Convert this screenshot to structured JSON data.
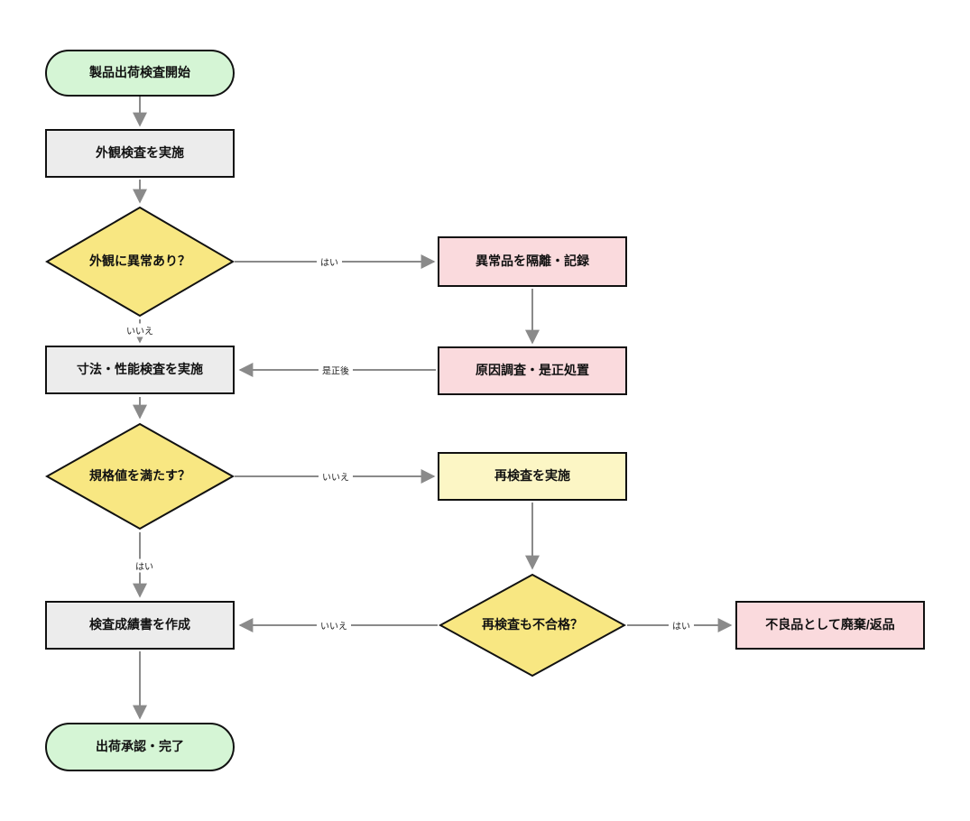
{
  "diagram": {
    "type": "flowchart",
    "language": "ja",
    "nodes": {
      "start": {
        "label": "製品出荷検査開始",
        "shape": "terminator",
        "fill": "#d5f5d5"
      },
      "visual_inspection": {
        "label": "外観検査を実施",
        "shape": "process",
        "fill": "#ececec"
      },
      "appearance_abnormal": {
        "label": "外観に異常あり？",
        "shape": "decision",
        "fill": "#f8e782"
      },
      "isolate_record": {
        "label": "異常品を隔離・記録",
        "shape": "process",
        "fill": "#fadadd"
      },
      "cause_correct": {
        "label": "原因調査・是正処置",
        "shape": "process",
        "fill": "#fadadd"
      },
      "dimension_test": {
        "label": "寸法・性能検査を実施",
        "shape": "process",
        "fill": "#ececec"
      },
      "meets_spec": {
        "label": "規格値を満たす？",
        "shape": "decision",
        "fill": "#f8e782"
      },
      "reinspect": {
        "label": "再検査を実施",
        "shape": "process",
        "fill": "#fcf6c5"
      },
      "reinspect_fail": {
        "label": "再検査も不合格？",
        "shape": "decision",
        "fill": "#f8e782"
      },
      "report": {
        "label": "検査成績書を作成",
        "shape": "process",
        "fill": "#ececec"
      },
      "defective": {
        "label": "不良品として廃棄/返品",
        "shape": "process",
        "fill": "#fadadd"
      },
      "end": {
        "label": "出荷承認・完了",
        "shape": "terminator",
        "fill": "#d5f5d5"
      }
    },
    "edges": [
      {
        "from": "start",
        "to": "visual_inspection",
        "label": ""
      },
      {
        "from": "visual_inspection",
        "to": "appearance_abnormal",
        "label": ""
      },
      {
        "from": "appearance_abnormal",
        "to": "isolate_record",
        "label": "はい"
      },
      {
        "from": "appearance_abnormal",
        "to": "dimension_test",
        "label": "いいえ"
      },
      {
        "from": "isolate_record",
        "to": "cause_correct",
        "label": ""
      },
      {
        "from": "cause_correct",
        "to": "dimension_test",
        "label": "是正後"
      },
      {
        "from": "dimension_test",
        "to": "meets_spec",
        "label": ""
      },
      {
        "from": "meets_spec",
        "to": "reinspect",
        "label": "いいえ"
      },
      {
        "from": "meets_spec",
        "to": "report",
        "label": "はい"
      },
      {
        "from": "reinspect",
        "to": "reinspect_fail",
        "label": ""
      },
      {
        "from": "reinspect_fail",
        "to": "report",
        "label": "いいえ"
      },
      {
        "from": "reinspect_fail",
        "to": "defective",
        "label": "はい"
      },
      {
        "from": "report",
        "to": "end",
        "label": ""
      }
    ],
    "colors": {
      "background": "#ffffff",
      "node_border": "#111111",
      "arrow": "#8a8a8a",
      "node_text": "#111111",
      "edge_label_text": "#222222",
      "terminator_fill": "#d5f5d5",
      "process_fill": "#ececec",
      "decision_fill": "#f8e782",
      "alert_fill": "#fadadd",
      "warning_fill": "#fcf6c5"
    }
  }
}
